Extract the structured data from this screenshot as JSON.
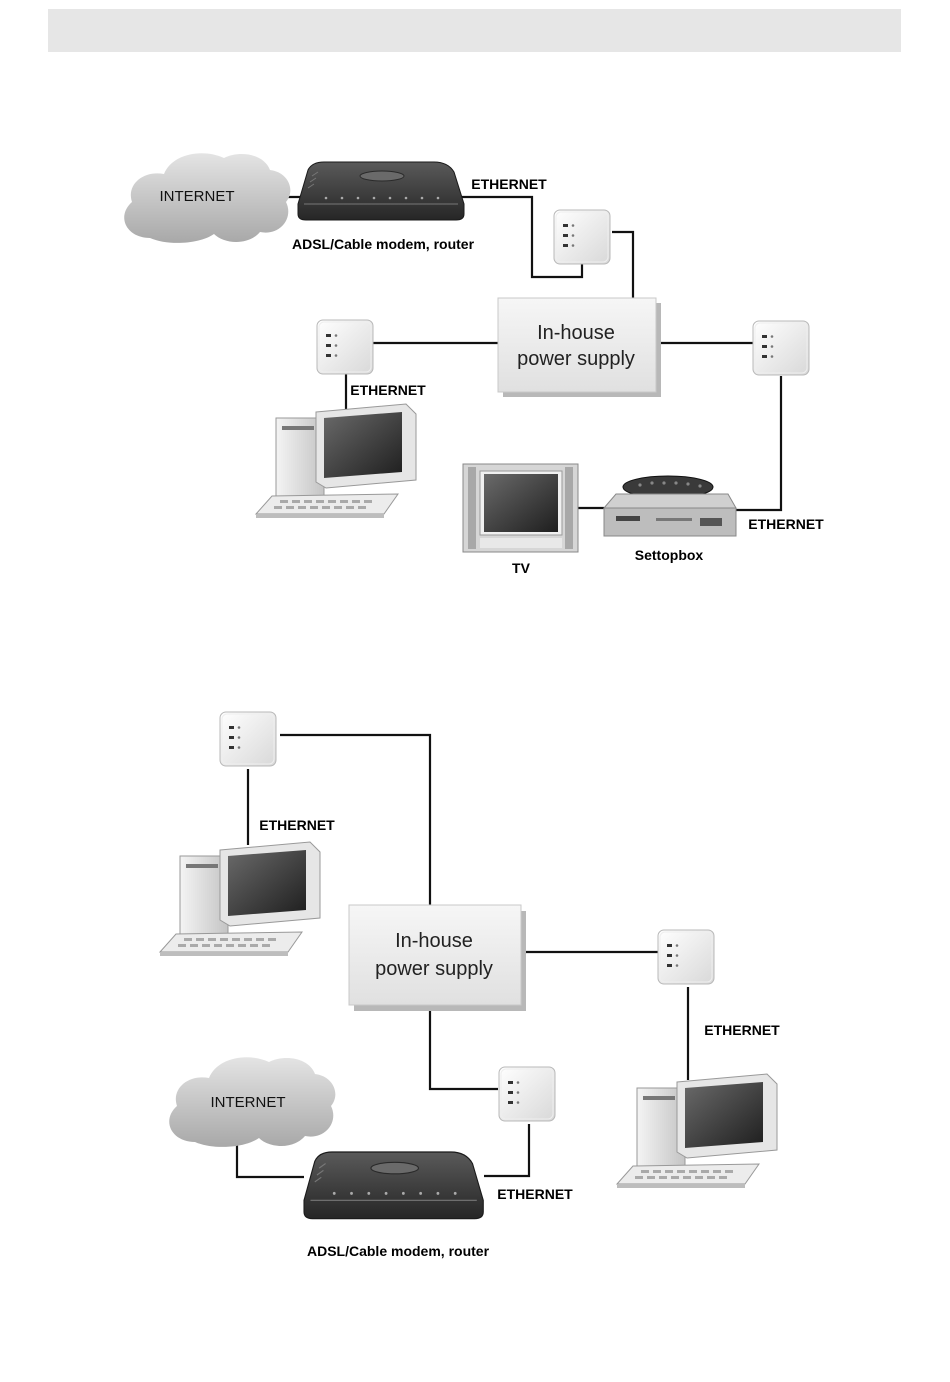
{
  "diagram_top": {
    "internet": "INTERNET",
    "modem_label": "ADSL/Cable modem, router",
    "ethernet_modem": "ETHERNET",
    "hub_line1": "In-house",
    "hub_line2": "power supply",
    "ethernet_pc": "ETHERNET",
    "ethernet_stb": "ETHERNET",
    "tv_label": "TV",
    "stb_label": "Settopbox"
  },
  "diagram_bottom": {
    "internet": "INTERNET",
    "modem_label": "ADSL/Cable modem, router",
    "ethernet_modem": "ETHERNET",
    "hub_line1": "In-house",
    "hub_line2": "power supply",
    "ethernet_pc1": "ETHERNET",
    "ethernet_pc2": "ETHERNET"
  },
  "colors": {
    "header_band": "#e6e6e6",
    "wire": "#111111",
    "cloud": "#c8c8c8",
    "modem": "#3a3a3a"
  }
}
